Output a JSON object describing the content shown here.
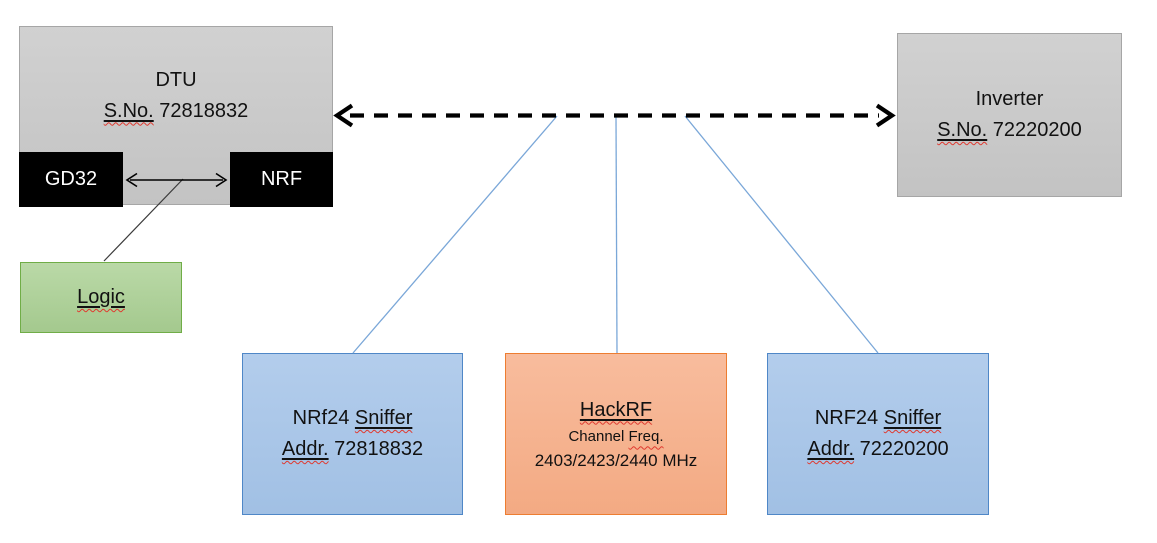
{
  "colors": {
    "gray_box_fill": "#cbcbcb",
    "gray_box_border": "#a6a6a6",
    "black_chip_fill": "#000000",
    "chip_text": "#ffffff",
    "green_box_fill": "#aed29a",
    "green_box_border": "#70ad47",
    "blue_box_fill": "#abc8ea",
    "blue_box_border": "#4f87c7",
    "orange_box_fill": "#f6b493",
    "orange_box_border": "#ed7d31",
    "connector_blue": "#7aa7d8",
    "arrow_black": "#000000",
    "spellcheck_red": "#e0392f"
  },
  "dtu": {
    "title": "DTU",
    "serial_label": "S.No.",
    "serial_value": "72818832",
    "chip_left": "GD32",
    "chip_right": "NRF"
  },
  "logic": {
    "label": "Logic"
  },
  "inverter": {
    "title": "Inverter",
    "serial_label": "S.No.",
    "serial_value": "72220200"
  },
  "sniffer_left": {
    "name_prefix": "NRf24",
    "name_underlined": "Sniffer",
    "addr_label": "Addr.",
    "addr_value": "72818832"
  },
  "hackrf": {
    "title": "HackRF",
    "channel_label_prefix": "Channel",
    "channel_label_underlined": "Freq.",
    "frequencies": "2403/2423/2440 MHz"
  },
  "sniffer_right": {
    "name_prefix": "NRF24",
    "name_underlined": "Sniffer",
    "addr_label": "Addr.",
    "addr_value": "72220200"
  }
}
